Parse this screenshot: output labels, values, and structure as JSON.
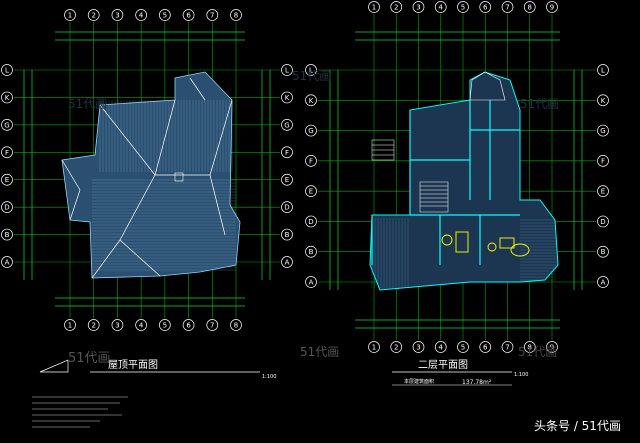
{
  "left_plan": {
    "title": "屋顶平面图",
    "scale": "1:100",
    "top_axis_labels": [
      "1",
      "2",
      "3",
      "4",
      "5",
      "6",
      "7",
      "8"
    ],
    "bottom_axis_labels": [
      "1",
      "2",
      "3",
      "4",
      "5",
      "6",
      "7",
      "8"
    ],
    "left_axis_labels": [
      "L",
      "K",
      "G",
      "F",
      "E",
      "D",
      "B",
      "A"
    ],
    "right_axis_labels": [
      "L",
      "K",
      "G",
      "F",
      "E",
      "D",
      "B",
      "A"
    ],
    "watermark": "51代画"
  },
  "right_plan": {
    "title": "二层平面图",
    "scale": "1:100",
    "area_label": "本层建筑面积",
    "area_value": "137.78m²",
    "top_axis_labels": [
      "1",
      "2",
      "3",
      "4",
      "5",
      "6",
      "7",
      "8",
      "9"
    ],
    "bottom_axis_labels": [
      "1",
      "2",
      "3",
      "4",
      "5",
      "6",
      "7",
      "8",
      "9"
    ],
    "left_axis_labels": [
      "L",
      "K",
      "G",
      "F",
      "E",
      "D",
      "B",
      "A"
    ],
    "right_axis_labels": [
      "L",
      "K",
      "G",
      "F",
      "E",
      "D",
      "B",
      "A"
    ],
    "watermark": "51代画"
  },
  "notes_watermark": "51代画",
  "credit": "头条号 / 51代画",
  "colors": {
    "background": "#000000",
    "axis_lines": "#00cc00",
    "roof_fill": "#2a4a6a",
    "walls": "#00ffff",
    "text": "#ffffff",
    "fixtures": "#ffff00",
    "dimension": "#00ff66"
  }
}
